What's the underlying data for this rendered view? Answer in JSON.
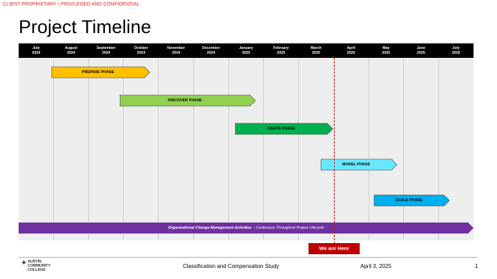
{
  "banner": "CLIENT PROPRIETARY \\ PRIVILEGED AND CONFIDENTIAL",
  "title": "Project Timeline",
  "months": [
    {
      "m": "July",
      "y": "2024"
    },
    {
      "m": "August",
      "y": "2024"
    },
    {
      "m": "September",
      "y": "2024"
    },
    {
      "m": "October",
      "y": "2024"
    },
    {
      "m": "November",
      "y": "2024"
    },
    {
      "m": "December",
      "y": "2024"
    },
    {
      "m": "January",
      "y": "2025"
    },
    {
      "m": "February",
      "y": "2025"
    },
    {
      "m": "March",
      "y": "2025"
    },
    {
      "m": "April",
      "y": "2025"
    },
    {
      "m": "May",
      "y": "2025"
    },
    {
      "m": "June",
      "y": "2025"
    },
    {
      "m": "July",
      "y": "2025"
    }
  ],
  "phases": [
    {
      "label": "PREPARE PHASE",
      "color": "#ffc000"
    },
    {
      "label": "DISCOVER PHASE",
      "color": "#92d050"
    },
    {
      "label": "IDEATE PHASE",
      "color": "#00b050"
    },
    {
      "label": "MODEL PHASE",
      "color": "#66e8ff"
    },
    {
      "label": "SCALE PHASE",
      "color": "#00b0f0"
    }
  ],
  "ocm": {
    "bold": "Organizational Change Management Activities",
    "rest": " – Continuous Throughout Project Lifecycle",
    "color": "#7030a0"
  },
  "today_label": "We are Here",
  "footer": {
    "logo_lines": [
      "AUSTIN",
      "COMMUNITY",
      "COLLEGE"
    ],
    "center": "Classification and Compensation Study",
    "date": "April 3, 2025",
    "page": "1"
  }
}
